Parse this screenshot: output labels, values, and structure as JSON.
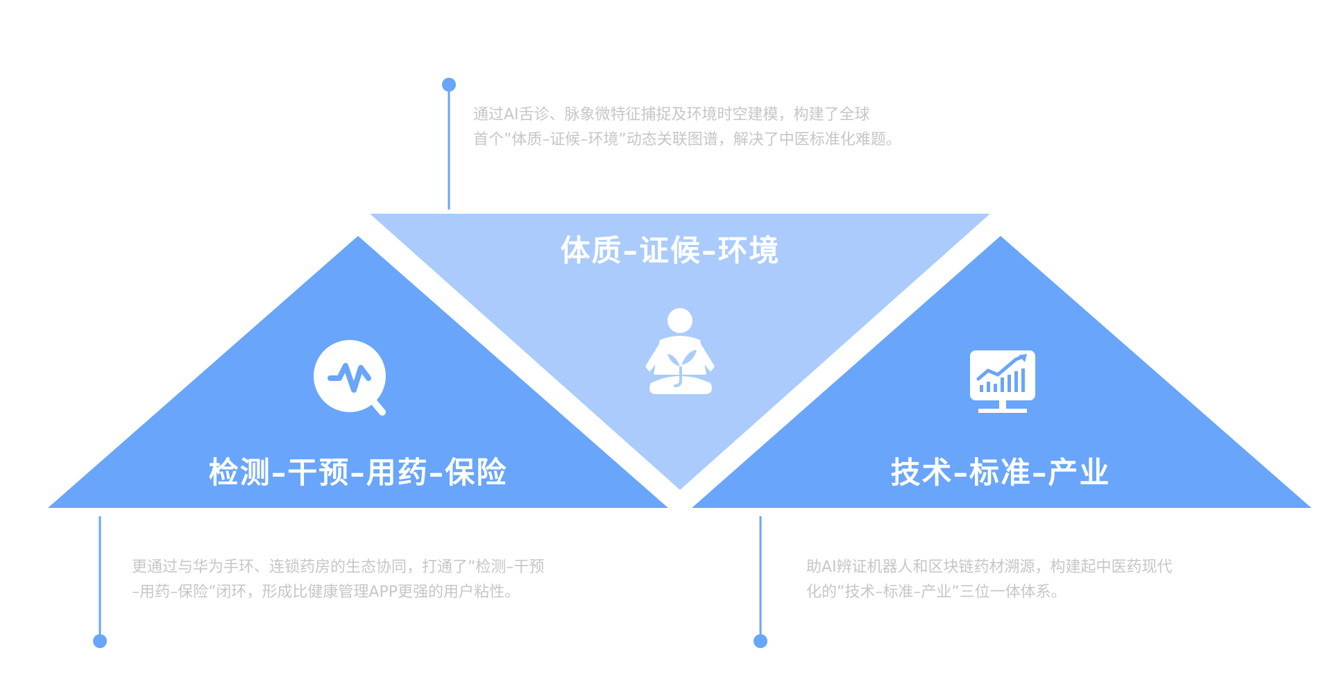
{
  "colors": {
    "side_triangle": "#68a5fb",
    "center_triangle": "#aacbfc",
    "connector": "#68a5fb",
    "desc_text": "#c6c6c6",
    "icon_fill": "#ffffff"
  },
  "segments": {
    "left": {
      "title": "检测–干预–用药–保险",
      "icon": "pulse-search-icon",
      "desc_line1": "更通过与华为手环、连锁药房的生态协同，打通了”检测–干预",
      "desc_line2": "–用药–保险”闭环，形成比健康管理APP更强的用户粘性。"
    },
    "center": {
      "title": "体质–证候–环境",
      "icon": "meditation-person-icon",
      "desc_line1": "通过AI舌诊、脉象微特征捕捉及环境时空建模，构建了全球",
      "desc_line2": "首个”体质–证候–环境”动态关联图谱，解决了中医标准化难题。"
    },
    "right": {
      "title": "技术–标准–产业",
      "icon": "growth-chart-monitor-icon",
      "desc_line1": "助AI辨证机器人和区块链药材溯源，构建起中医药现代",
      "desc_line2": "化的”技术–标准–产业”三位一体体系。"
    }
  }
}
